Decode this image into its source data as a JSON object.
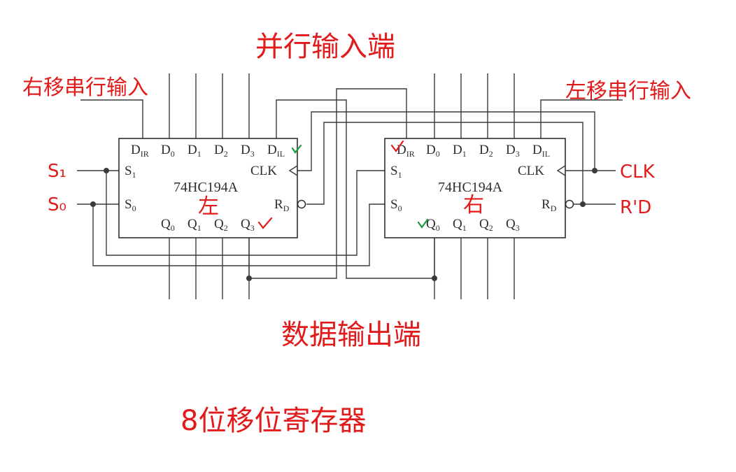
{
  "diagram": {
    "chip_left": {
      "name": "74HC194A",
      "top_pins": [
        {
          "main": "D",
          "sub": "IR"
        },
        {
          "main": "D",
          "sub": "0"
        },
        {
          "main": "D",
          "sub": "1"
        },
        {
          "main": "D",
          "sub": "2"
        },
        {
          "main": "D",
          "sub": "3"
        },
        {
          "main": "D",
          "sub": "IL"
        }
      ],
      "bottom_pins": [
        {
          "main": "Q",
          "sub": "0"
        },
        {
          "main": "Q",
          "sub": "1"
        },
        {
          "main": "Q",
          "sub": "2"
        },
        {
          "main": "Q",
          "sub": "3"
        }
      ],
      "s1": {
        "main": "S",
        "sub": "1"
      },
      "s0": {
        "main": "S",
        "sub": "0"
      },
      "clk": "CLK",
      "rd": {
        "main": "R",
        "sub": "D"
      }
    },
    "chip_right": {
      "name": "74HC194A",
      "top_pins": [
        {
          "main": "D",
          "sub": "IR"
        },
        {
          "main": "D",
          "sub": "0"
        },
        {
          "main": "D",
          "sub": "1"
        },
        {
          "main": "D",
          "sub": "2"
        },
        {
          "main": "D",
          "sub": "3"
        },
        {
          "main": "D",
          "sub": "IL"
        }
      ],
      "bottom_pins": [
        {
          "main": "Q",
          "sub": "0"
        },
        {
          "main": "Q",
          "sub": "1"
        },
        {
          "main": "Q",
          "sub": "2"
        },
        {
          "main": "Q",
          "sub": "3"
        }
      ],
      "s1": {
        "main": "S",
        "sub": "1"
      },
      "s0": {
        "main": "S",
        "sub": "0"
      },
      "clk": "CLK",
      "rd": {
        "main": "R",
        "sub": "D"
      }
    }
  },
  "annotations": {
    "parallel_input": "并行输入端",
    "right_shift_serial_input": "右移串行输入",
    "left_shift_serial_input": "左移串行输入",
    "data_output": "数据输出端",
    "title": "8位移位寄存器",
    "label_s1": "S₁",
    "label_s0": "S₀",
    "label_clk": "CLK",
    "label_rd": "R'D",
    "left_chip_mark": "左",
    "right_chip_mark": "右"
  },
  "colors": {
    "ink": "#2e2e2e",
    "handwriting": "#e11b1b",
    "check_green": "#1a9a3a"
  }
}
